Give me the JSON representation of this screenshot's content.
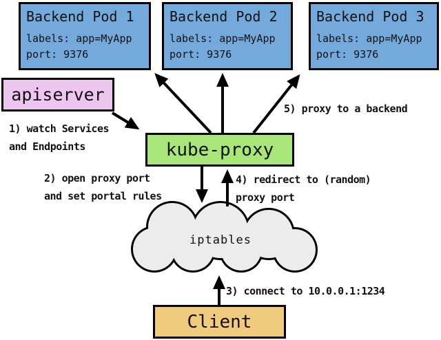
{
  "diagram": {
    "pods": [
      {
        "title": "Backend Pod 1",
        "labels": "labels: app=MyApp",
        "port": "port: 9376"
      },
      {
        "title": "Backend Pod 2",
        "labels": "labels: app=MyApp",
        "port": "port: 9376"
      },
      {
        "title": "Backend Pod 3",
        "labels": "labels: app=MyApp",
        "port": "port: 9376"
      }
    ],
    "apiserver_label": "apiserver",
    "kube_proxy_label": "kube-proxy",
    "iptables_label": "iptables",
    "client_label": "Client",
    "steps": {
      "s1_line1": "1) watch Services",
      "s1_line2": "and Endpoints",
      "s2_line1": "2) open proxy port",
      "s2_line2": "and set portal rules",
      "s3": "3) connect to 10.0.0.1:1234",
      "s4_line1": "4) redirect to (random)",
      "s4_line2": "proxy port",
      "s5": "5) proxy to a backend"
    },
    "colors": {
      "pod_fill": "#74a9dc",
      "apiserver_fill": "#edc6f0",
      "kube_proxy_fill": "#a8e67a",
      "client_fill": "#f0ca7d",
      "cloud_fill": "#ececec",
      "border": "#000000",
      "background": "#ffffff"
    }
  }
}
